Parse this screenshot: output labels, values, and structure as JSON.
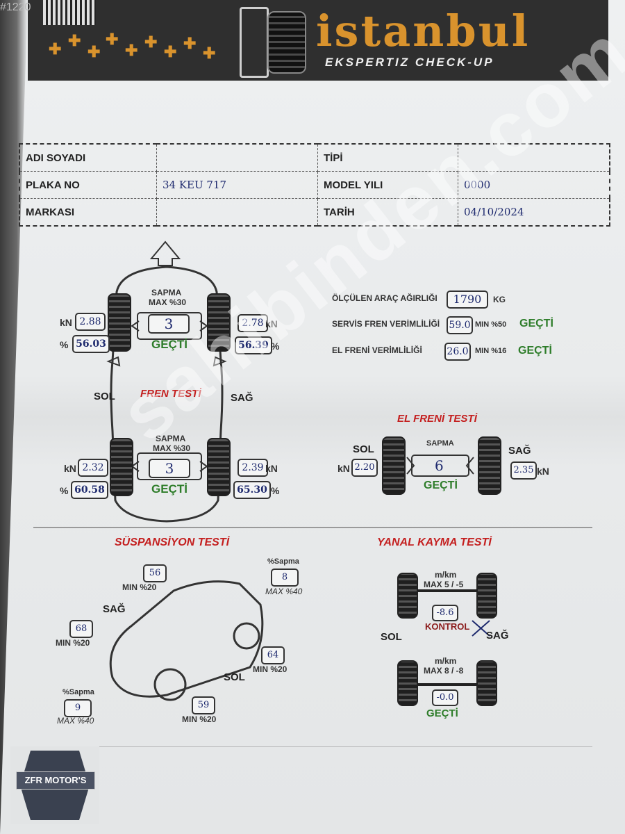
{
  "header": {
    "corner_text": "#1220",
    "brand": "istanbul",
    "brand_sub": "EKSPERTIZ CHECK-UP"
  },
  "info": {
    "labels": {
      "adi_soyadi": "ADI SOYADI",
      "plaka_no": "PLAKA NO",
      "markasi": "MARKASI",
      "tipi": "TİPİ",
      "model_yili": "MODEL YILI",
      "tarih": "TARİH"
    },
    "values": {
      "adi_soyadi": "",
      "plaka_no": "34 KEU 717",
      "markasi": "",
      "tipi": "",
      "model_yili": "0000",
      "tarih": "04/10/2024"
    }
  },
  "fren": {
    "title": "FREN TESTİ",
    "sol": "SOL",
    "sag": "SAĞ",
    "kn": "kN",
    "pct": "%",
    "front": {
      "sapma_label": "SAPMA",
      "sapma_max": "MAX %30",
      "sapma": "3",
      "result": "GEÇTİ",
      "left_kn": "2.88",
      "left_pct": "56.03",
      "right_kn": "2.78",
      "right_pct": "56.39"
    },
    "rear": {
      "sapma_label": "SAPMA",
      "sapma_max": "MAX %30",
      "sapma": "3",
      "result": "GEÇTİ",
      "left_kn": "2.32",
      "left_pct": "60.58",
      "right_kn": "2.39",
      "right_pct": "65.30"
    }
  },
  "summary": {
    "weight_label": "ÖLÇÜLEN ARAÇ AĞIRLIĞI",
    "weight": "1790",
    "weight_unit": "KG",
    "servis_label": "SERVİS FREN VERİMLİLİĞİ",
    "servis": "59.0",
    "servis_min": "MIN %50",
    "servis_result": "GEÇTİ",
    "el_label": "EL FRENİ VERİMLİLİĞİ",
    "el": "26.0",
    "el_min": "MIN %16",
    "el_result": "GEÇTİ"
  },
  "el_freni": {
    "title": "EL FRENİ TESTİ",
    "sol": "SOL",
    "sag": "SAĞ",
    "sapma_label": "SAPMA",
    "sapma": "6",
    "result": "GEÇTİ",
    "left_kn": "2.20",
    "right_kn": "2.35",
    "kn": "kN"
  },
  "suspansiyon": {
    "title": "SÜSPANSİYON TESTİ",
    "sag": "SAĞ",
    "sol": "SOL",
    "front_right": "56",
    "front_right_min": "MIN %20",
    "rear_right": "68",
    "rear_right_min": "MIN %20",
    "front_left": "64",
    "front_left_min": "MIN %20",
    "rear_left": "59",
    "rear_left_min": "MIN %20",
    "sapma_top_label": "%Sapma",
    "sapma_top": "8",
    "sapma_top_max": "MAX %40",
    "sapma_bottom_label": "%Sapma",
    "sapma_bottom": "9",
    "sapma_bottom_max": "MAX %40"
  },
  "yanal": {
    "title": "YANAL KAYMA TESTİ",
    "front_unit": "m/km",
    "front_max": "MAX 5 / -5",
    "front_value": "-8.6",
    "front_result": "KONTROL",
    "sol": "SOL",
    "sag": "SAĞ",
    "rear_unit": "m/km",
    "rear_max": "MAX 8 / -8",
    "rear_value": "-0.0",
    "rear_result": "GEÇTİ"
  },
  "logo": {
    "text": "ZFR MOTOR'S"
  },
  "watermark": "sahibinden.com"
}
